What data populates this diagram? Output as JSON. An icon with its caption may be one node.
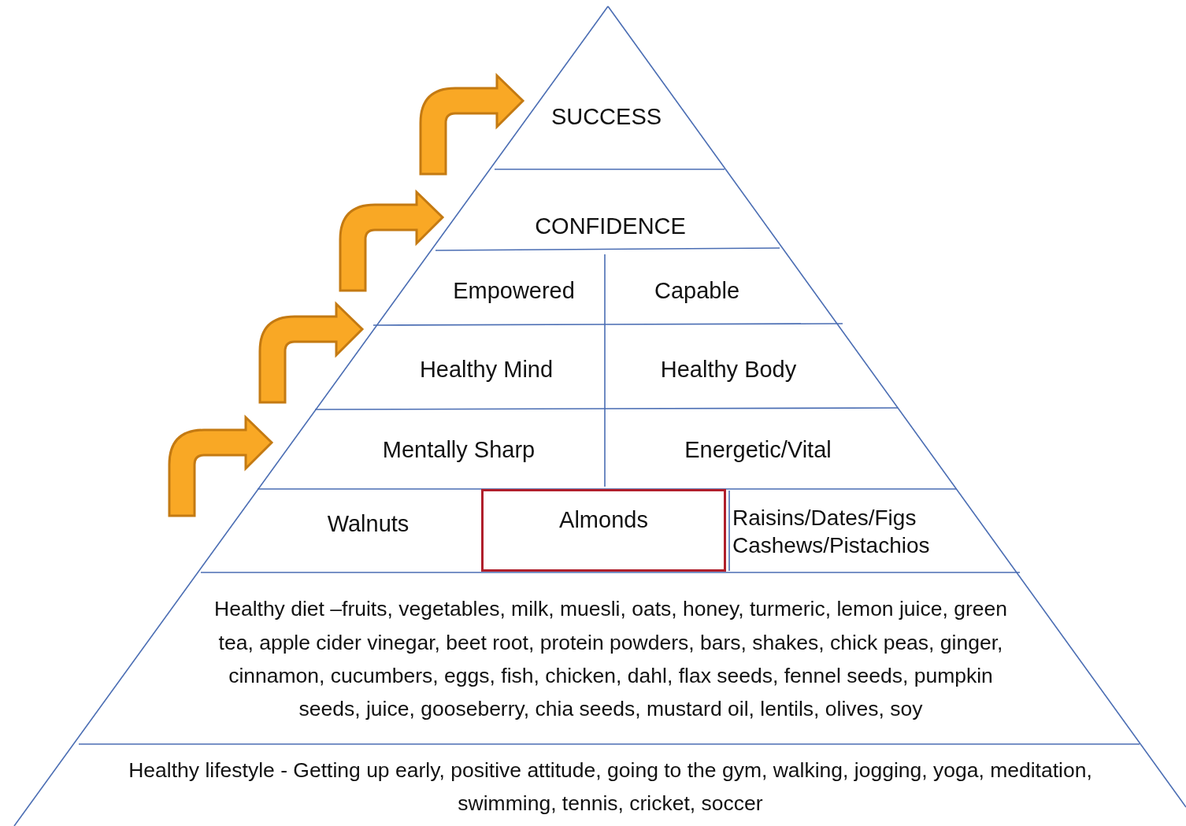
{
  "diagram": {
    "nodes": [
      {
        "text": [
          "SUCCESS"
        ]
      },
      {
        "text": [
          "CONFIDENCE"
        ]
      },
      {
        "text": [
          "Empowered"
        ]
      },
      {
        "text": [
          "Capable"
        ]
      },
      {
        "text": [
          "Healthy Mind"
        ]
      },
      {
        "text": [
          "Healthy Body"
        ]
      },
      {
        "text": [
          "Mentally Sharp"
        ]
      },
      {
        "text": [
          "Energetic/Vital"
        ]
      },
      {
        "text": [
          "Walnuts"
        ]
      },
      {
        "text": [
          "Almonds"
        ]
      },
      {
        "text": [
          "Raisins/Dates/Figs",
          "Cashews/Pistachios"
        ]
      },
      {
        "text": [
          "Healthy diet –fruits, vegetables, milk, muesli, oats, honey, turmeric, lemon juice, green tea, apple cider vinegar, beet root, protein powders, bars, shakes, chick peas, ginger, cinnamon, cucumbers, eggs, fish, chicken, dahl, flax seeds, fennel seeds, pumpkin seeds, juice, gooseberry, chia seeds, mustard oil, lentils, olives, soy"
        ]
      },
      {
        "text": [
          "Healthy lifestyle - Getting up early, positive attitude, going to the gym, walking, jogging, yoga, meditation, swimming, tennis, cricket, soccer"
        ]
      }
    ],
    "edges": []
  }
}
